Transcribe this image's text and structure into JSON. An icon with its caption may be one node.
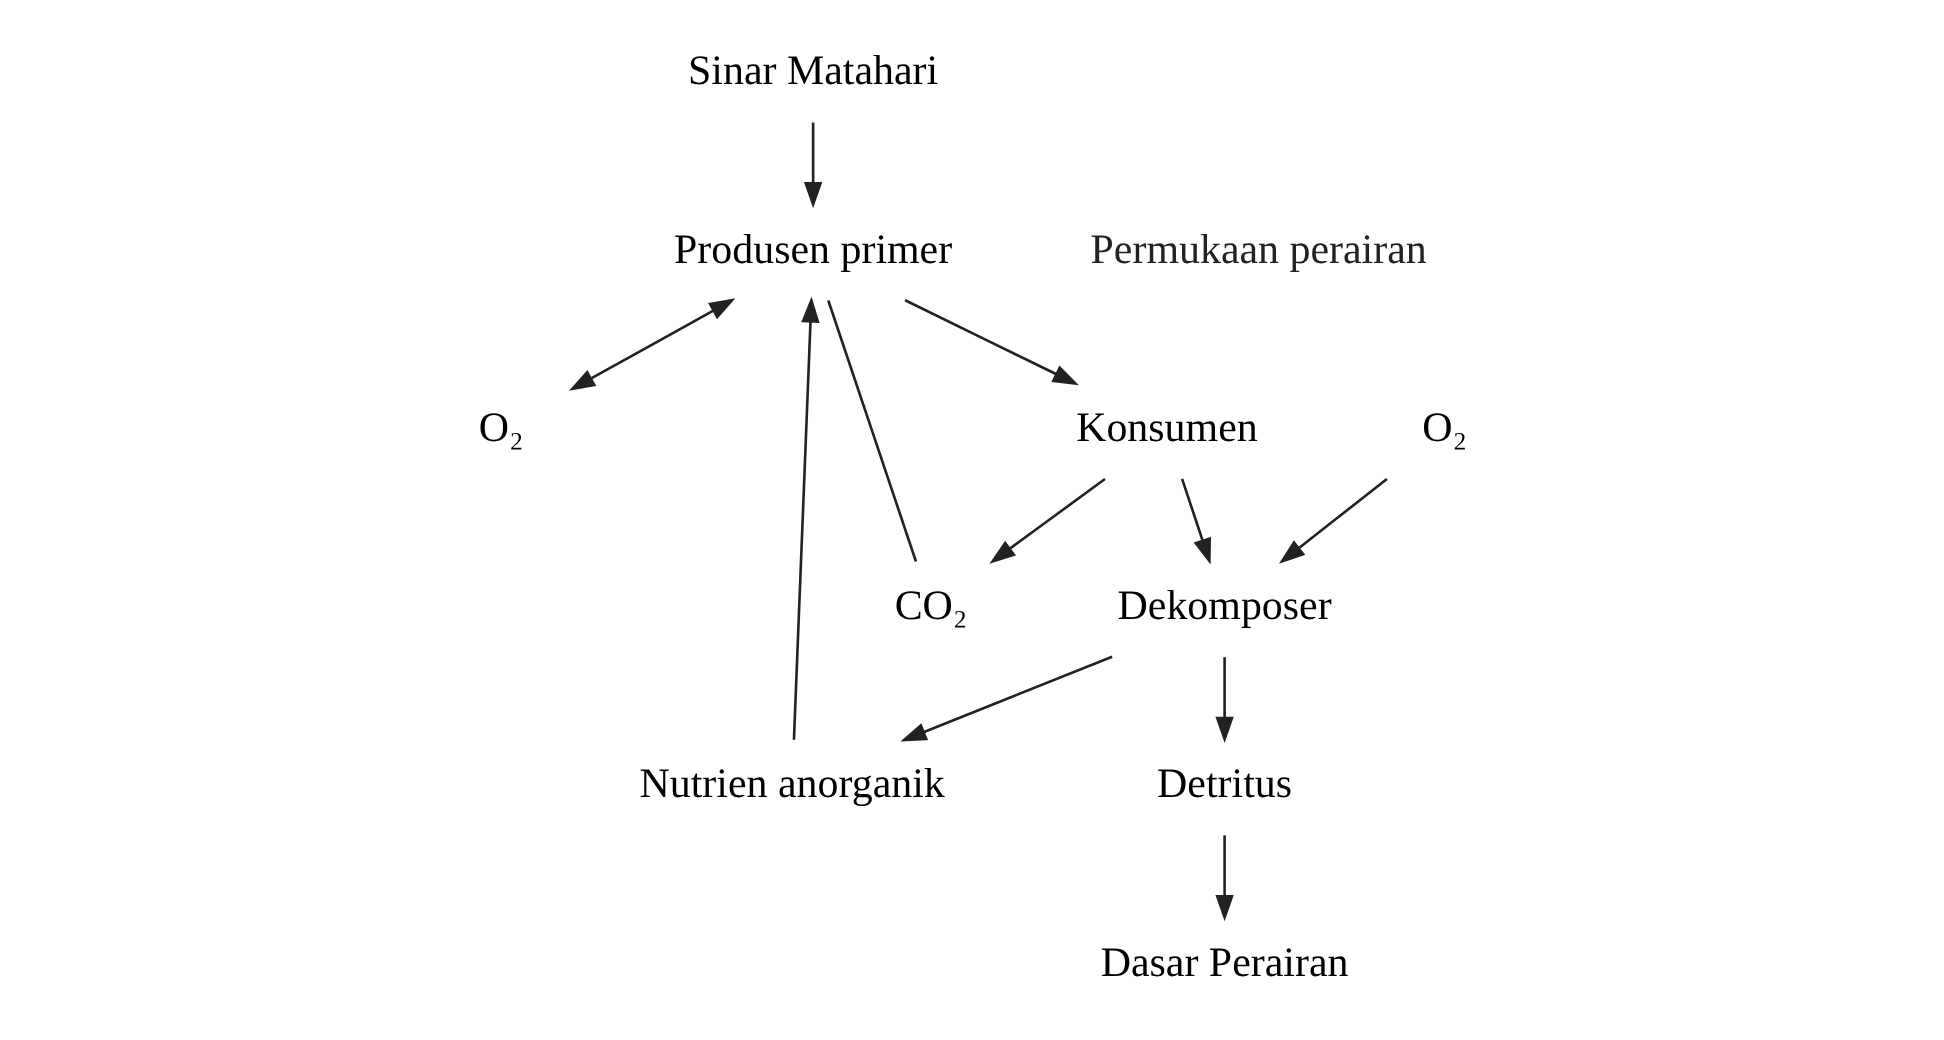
{
  "diagram": {
    "nodes": [
      {
        "text": [
          "Sinar Matahari"
        ]
      },
      {
        "text": [
          "Produsen primer"
        ]
      },
      {
        "text": [
          "Konsumen"
        ]
      },
      {
        "text": [
          "O₂"
        ]
      },
      {
        "text": [
          "CO₂"
        ]
      },
      {
        "text": [
          "Dekomposer"
        ]
      },
      {
        "text": [
          "O₂"
        ]
      },
      {
        "text": [
          "Detritus"
        ]
      },
      {
        "text": [
          "Nutrien anorganik"
        ]
      },
      {
        "text": [
          "Dasar Perairan"
        ]
      }
    ],
    "edges": [
      {
        "from": 0,
        "to": 1,
        "arrow": "to"
      },
      {
        "from": 1,
        "to": 2,
        "arrow": "to"
      },
      {
        "from": 1,
        "to": 3,
        "arrow": "both"
      },
      {
        "from": 1,
        "to": 4,
        "arrow": "none"
      },
      {
        "from": 2,
        "to": 4,
        "arrow": "to"
      },
      {
        "from": 2,
        "to": 5,
        "arrow": "to"
      },
      {
        "from": 6,
        "to": 5,
        "arrow": "to"
      },
      {
        "from": 5,
        "to": 7,
        "arrow": "to"
      },
      {
        "from": 7,
        "to": 9,
        "arrow": "to"
      },
      {
        "from": 5,
        "to": 8,
        "arrow": "to"
      },
      {
        "from": 8,
        "to": 1,
        "arrow": "to"
      }
    ],
    "labels": [
      "Permukaan perairan"
    ]
  }
}
